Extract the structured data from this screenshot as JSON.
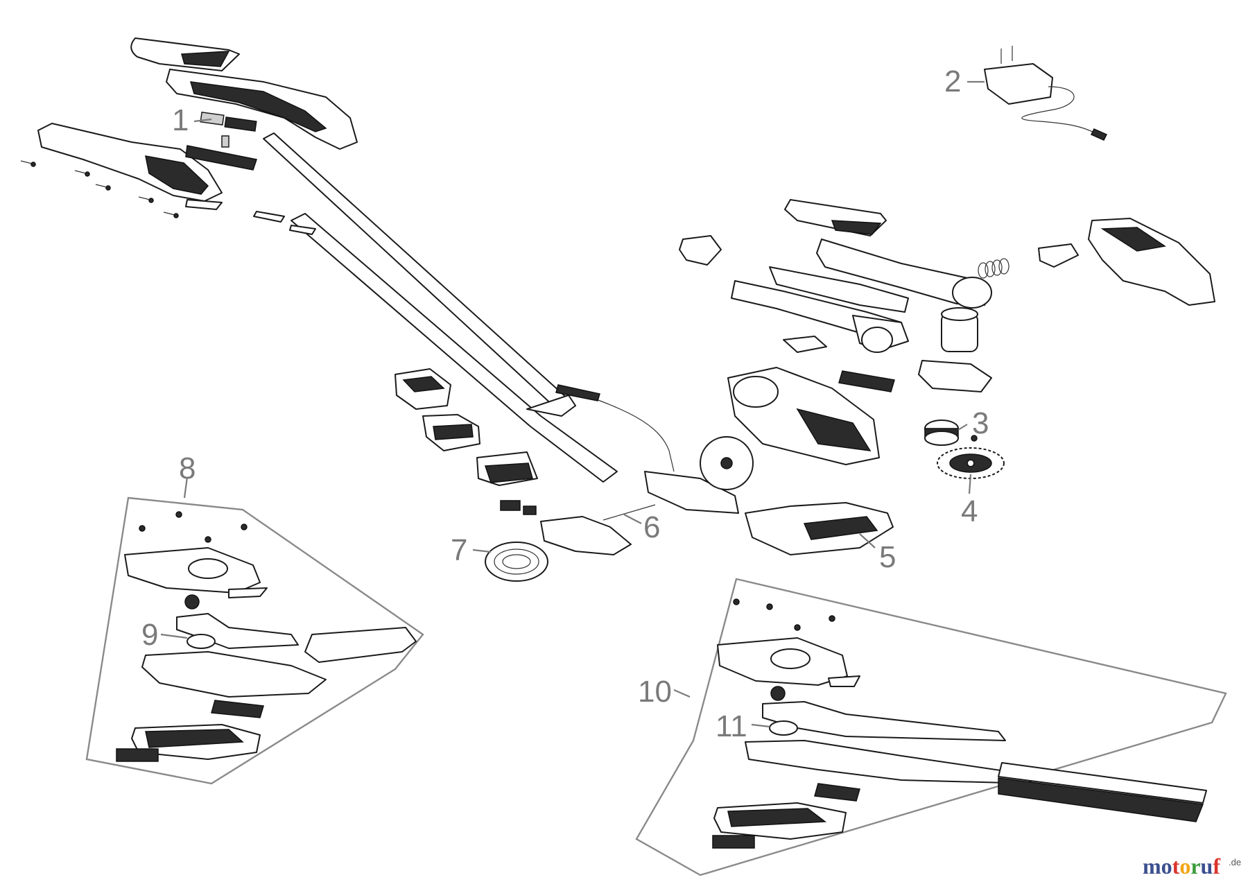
{
  "diagram": {
    "type": "exploded-parts-view",
    "callouts": [
      "1",
      "2",
      "3",
      "4",
      "5",
      "6",
      "7",
      "8",
      "9",
      "10",
      "11"
    ]
  },
  "watermark": {
    "letters": [
      "m",
      "o",
      "t",
      "o",
      "r",
      "u",
      "f"
    ],
    "letter_colors": [
      "#3b4f8f",
      "#3b4f8f",
      "#d9342b",
      "#f2a516",
      "#3a9a3a",
      "#3b4f8f",
      "#d9342b"
    ],
    "suffix": ".de"
  },
  "colors": {
    "callout": "#7a7a7a",
    "line": "#1a1a1a",
    "frame": "#8a8a8a"
  }
}
